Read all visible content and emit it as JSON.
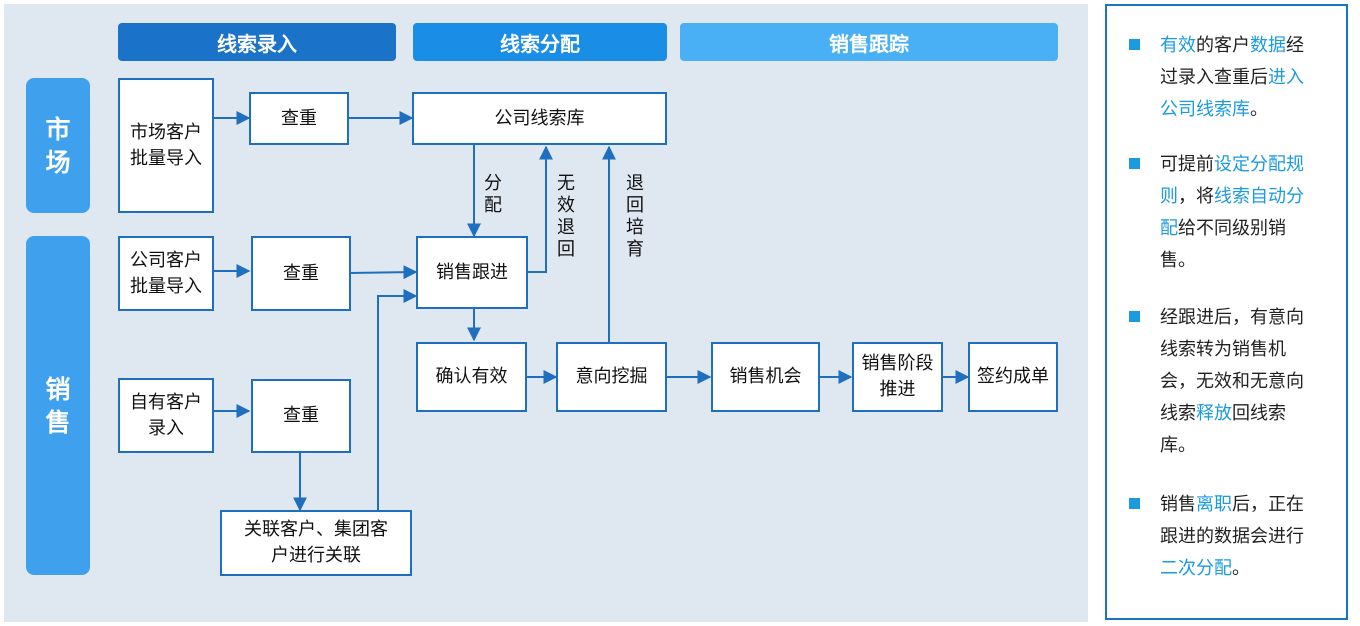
{
  "headers": {
    "entry": "线索录入",
    "distribution": "线索分配",
    "tracking": "销售跟踪"
  },
  "side": {
    "market": "市场",
    "sales": "销售"
  },
  "boxes": {
    "market_import": "市场客户批量导入",
    "company_import": "公司客户批量导入",
    "own_entry": "自有客户录入",
    "dedup_1": "查重",
    "dedup_2": "查重",
    "dedup_3": "查重",
    "company_pool": "公司线索库",
    "sales_follow": "销售跟进",
    "confirm_valid": "确认有效",
    "intent_mining": "意向挖掘",
    "sales_opportunity": "销售机会",
    "stage_advance": "销售阶段推进",
    "contract_closed": "签约成单",
    "link_customers": "关联客户、集团客户进行关联"
  },
  "edge_labels": {
    "assign": "分配",
    "invalid_return": "无效退回",
    "return_nurture": "退回培育"
  },
  "colors": {
    "header_entry": "#1a73c8",
    "header_distribution": "#1a8ee6",
    "header_tracking": "#4ab0f5",
    "side_bar": "#3fa0ee",
    "panel_bg": "#dfe7f1",
    "line": "#1f6fbf",
    "highlight": "#1a9be0"
  },
  "notes": [
    {
      "parts": [
        {
          "t": "有效",
          "h": true
        },
        {
          "t": "的客户",
          "h": false
        },
        {
          "t": "数据",
          "h": true
        },
        {
          "t": "经过录入查重后",
          "h": false
        },
        {
          "t": "进入公司线索库",
          "h": true
        },
        {
          "t": "。",
          "h": false
        }
      ]
    },
    {
      "parts": [
        {
          "t": "可提前",
          "h": false
        },
        {
          "t": "设定分配规则",
          "h": true
        },
        {
          "t": "，将",
          "h": false
        },
        {
          "t": "线索自动分配",
          "h": true
        },
        {
          "t": "给不同级别销售。",
          "h": false
        }
      ]
    },
    {
      "parts": [
        {
          "t": "经跟进后，有意向线索转为销售机会，无效和无意向线索",
          "h": false
        },
        {
          "t": "释放",
          "h": true
        },
        {
          "t": "回线索库。",
          "h": false
        }
      ]
    },
    {
      "parts": [
        {
          "t": "销售",
          "h": false
        },
        {
          "t": "离职",
          "h": true
        },
        {
          "t": "后，正在跟进的数据会进行",
          "h": false
        },
        {
          "t": "二次分配",
          "h": true
        },
        {
          "t": "。",
          "h": false
        }
      ]
    }
  ]
}
